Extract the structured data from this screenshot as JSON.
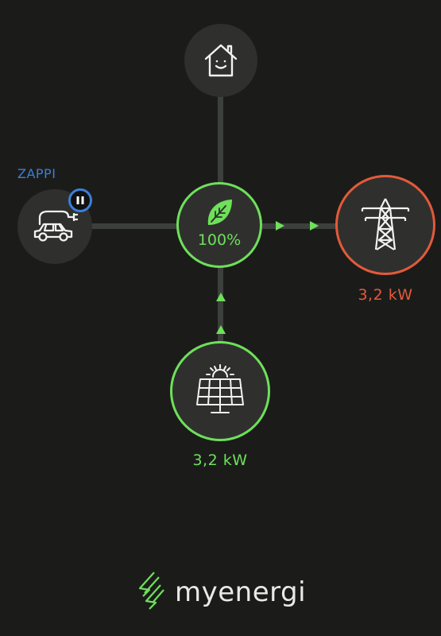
{
  "zappi": {
    "title": "ZAPPI",
    "status_icon": "pause-icon",
    "icon": "car-charger-icon"
  },
  "house": {
    "icon": "house-smile-icon"
  },
  "hub": {
    "icon": "leaf-icon",
    "green_percent": "100%"
  },
  "grid": {
    "icon": "pylon-icon",
    "power": "3,2 kW"
  },
  "solar": {
    "icon": "solar-panel-icon",
    "power": "3,2 kW"
  },
  "brand": {
    "name": "myenergi",
    "icon": "myenergi-logo-icon"
  },
  "colors": {
    "background": "#1b1c1a",
    "node": "#2f302e",
    "green": "#6ee05a",
    "grid_orange": "#e35a3a",
    "zappi_blue": "#3d7fd8",
    "line": "#3d3f3c"
  }
}
